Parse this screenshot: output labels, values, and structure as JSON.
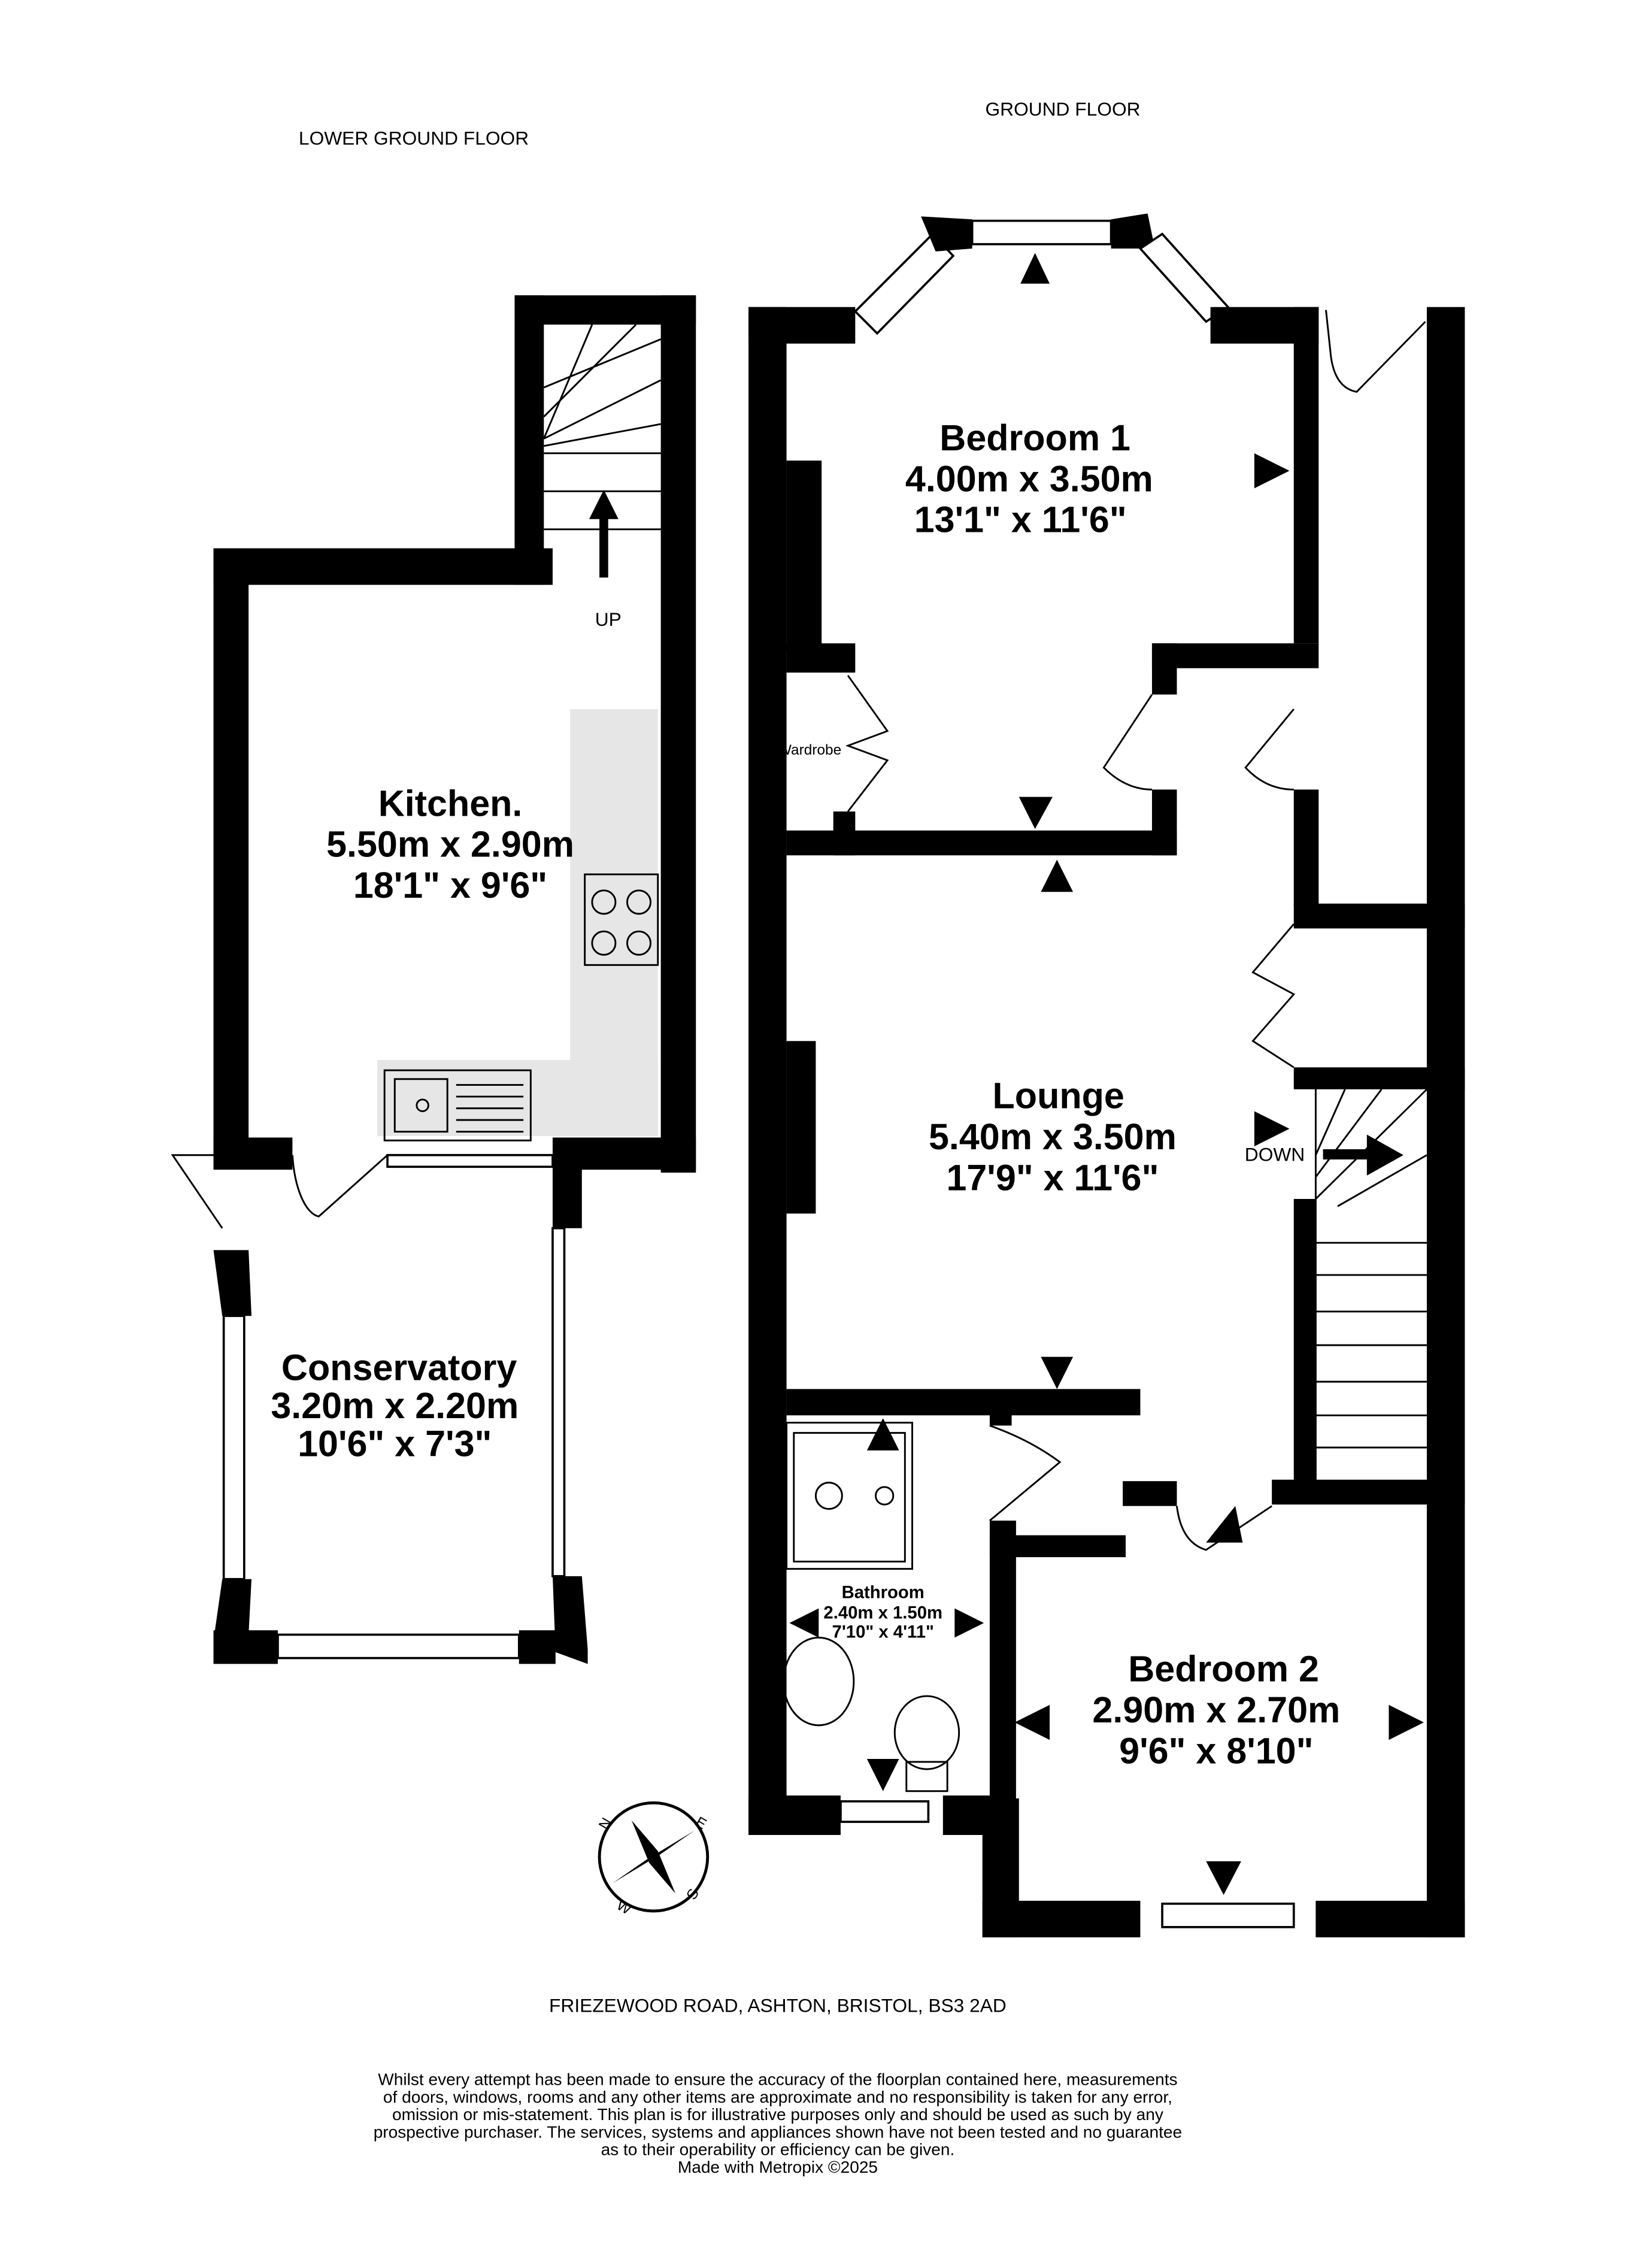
{
  "floors": {
    "lower": "LOWER GROUND FLOOR",
    "ground": "GROUND FLOOR"
  },
  "rooms": {
    "kitchen": {
      "name": "Kitchen.",
      "metric": "5.50m  x 2.90m",
      "imperial": "18'1\"  x 9'6\""
    },
    "conservatory": {
      "name": "Conservatory",
      "metric": "3.20m  x 2.20m",
      "imperial": "10'6\"  x 7'3\""
    },
    "bedroom1": {
      "name": "Bedroom 1",
      "metric": "4.00m  x 3.50m",
      "imperial": "13'1\"  x 11'6\""
    },
    "lounge": {
      "name": "Lounge",
      "metric": "5.40m  x 3.50m",
      "imperial": "17'9\"  x 11'6\""
    },
    "bathroom": {
      "name": "Bathroom",
      "metric": "2.40m  x 1.50m",
      "imperial": "7'10\"  x 4'11\""
    },
    "bedroom2": {
      "name": "Bedroom 2",
      "metric": "2.90m  x 2.70m",
      "imperial": "9'6\"  x 8'10\""
    },
    "wardrobe": {
      "name": "Wardrobe"
    }
  },
  "stairs": {
    "up": "UP",
    "down": "DOWN"
  },
  "compass": {
    "n": "N",
    "e": "E",
    "s": "S",
    "w": "W"
  },
  "address": "FRIEZEWOOD ROAD, ASHTON, BRISTOL, BS3 2AD",
  "disclaimer": [
    "Whilst every attempt has been made to ensure the accuracy of the floorplan contained here, measurements",
    "of doors, windows, rooms and any other items are approximate and no responsibility is taken for any error,",
    "omission or mis-statement. This plan is for illustrative purposes only and should be used as such by any",
    "prospective purchaser. The services, systems and appliances shown have not been tested and no guarantee",
    "as to their operability or efficiency can be given.",
    "Made with Metropix ©2025"
  ],
  "colors": {
    "wall": "#000000",
    "worktop": "#e6e6e6"
  }
}
